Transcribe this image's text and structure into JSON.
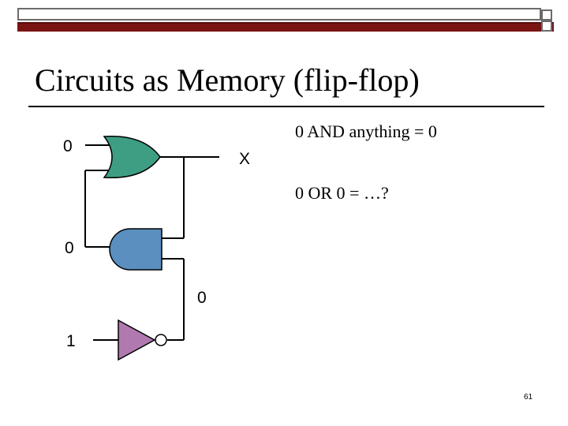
{
  "slide": {
    "title": "Circuits as Memory (flip-flop)",
    "bullets": [
      "0 AND anything = 0",
      "0 OR 0 = …?"
    ],
    "page_number": "61"
  },
  "circuit": {
    "labels": {
      "or_input": "0",
      "and_input": "0",
      "not_input": "1",
      "not_output": "0",
      "output": "X"
    },
    "gates": [
      {
        "type": "OR",
        "color": "#3e9e84"
      },
      {
        "type": "AND",
        "color": "#5a8fbf"
      },
      {
        "type": "NOT",
        "color": "#b07ab0"
      }
    ]
  },
  "colors": {
    "frame_band": "#7a1414",
    "frame_outline": "#6b6b6b"
  }
}
